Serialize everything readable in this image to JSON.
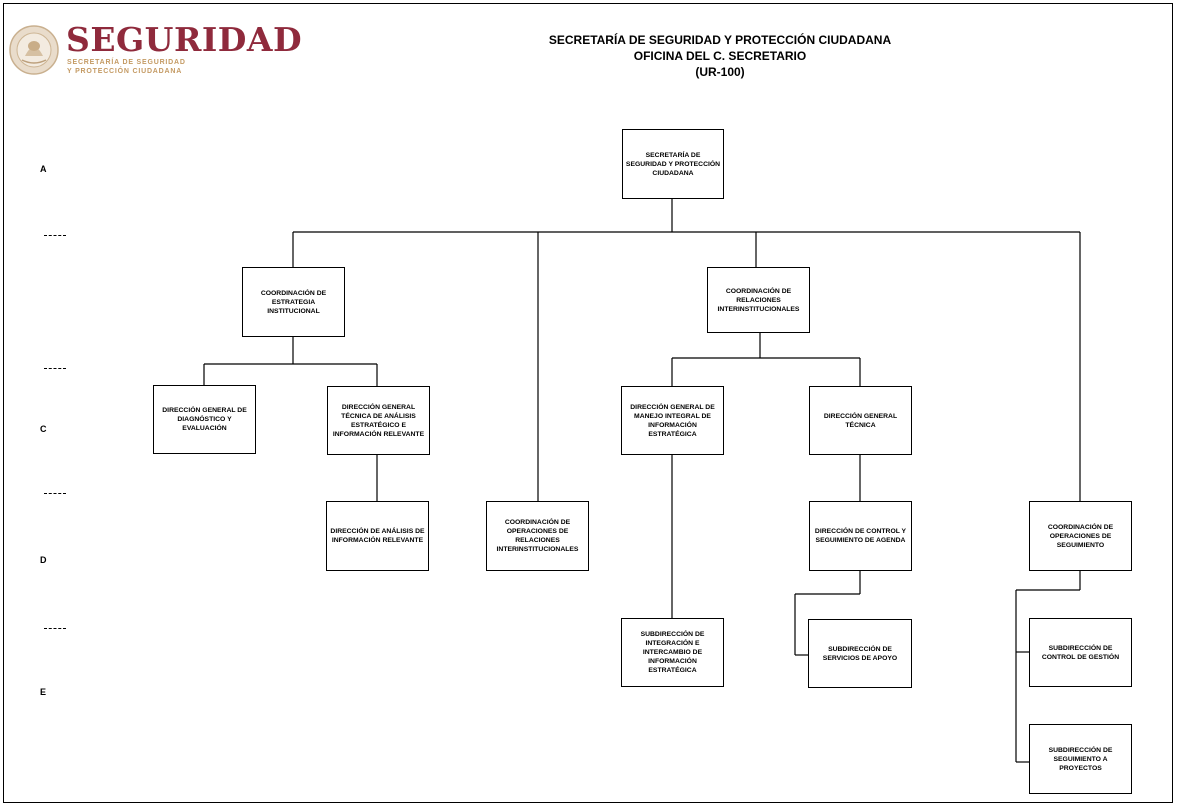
{
  "logo": {
    "title": "SEGURIDAD",
    "subtitle_line1": "SECRETARÍA DE SEGURIDAD",
    "subtitle_line2": "Y PROTECCIÓN CIUDADANA"
  },
  "header": {
    "line1": "SECRETARÍA DE SEGURIDAD Y PROTECCIÓN CIUDADANA",
    "line2": "OFICINA DEL C. SECRETARIO",
    "line3": "(UR-100)"
  },
  "levels": [
    "A",
    "C",
    "D",
    "E"
  ],
  "boxes": {
    "secretaria": "SECRETARÍA DE SEGURIDAD Y PROTECCIÓN CIUDADANA",
    "coord_estrategia": "COORDINACIÓN DE ESTRATEGIA INSTITUCIONAL",
    "coord_relaciones": "COORDINACIÓN DE RELACIONES INTERINSTITUCIONALES",
    "dg_diagnostico": "DIRECCIÓN GENERAL DE DIAGNÓSTICO Y EVALUACIÓN",
    "dg_tecnica_analisis": "DIRECCIÓN GENERAL TÉCNICA DE ANÁLISIS ESTRATÉGICO E INFORMACIÓN RELEVANTE",
    "dg_manejo": "DIRECCIÓN GENERAL DE MANEJO INTEGRAL DE INFORMACIÓN ESTRATÉGICA",
    "dg_tecnica": "DIRECCIÓN GENERAL TÉCNICA",
    "dir_analisis": "DIRECCIÓN DE ANÁLISIS DE INFORMACIÓN RELEVANTE",
    "coord_operaciones_rel": "COORDINACIÓN DE OPERACIONES DE RELACIONES INTERINSTITUCIONALES",
    "dir_control_agenda": "DIRECCIÓN DE CONTROL Y SEGUIMIENTO DE AGENDA",
    "coord_operaciones_seg": "COORDINACIÓN DE OPERACIONES DE SEGUIMIENTO",
    "sub_integracion": "SUBDIRECCIÓN DE INTEGRACIÓN E INTERCAMBIO DE INFORMACIÓN ESTRATÉGICA",
    "sub_servicios": "SUBDIRECCIÓN DE SERVICIOS DE APOYO",
    "sub_control_gestion": "SUBDIRECCIÓN DE CONTROL DE GESTIÓN",
    "sub_seguimiento_proyectos": "SUBDIRECCIÓN DE SEGUIMIENTO A PROYECTOS"
  }
}
